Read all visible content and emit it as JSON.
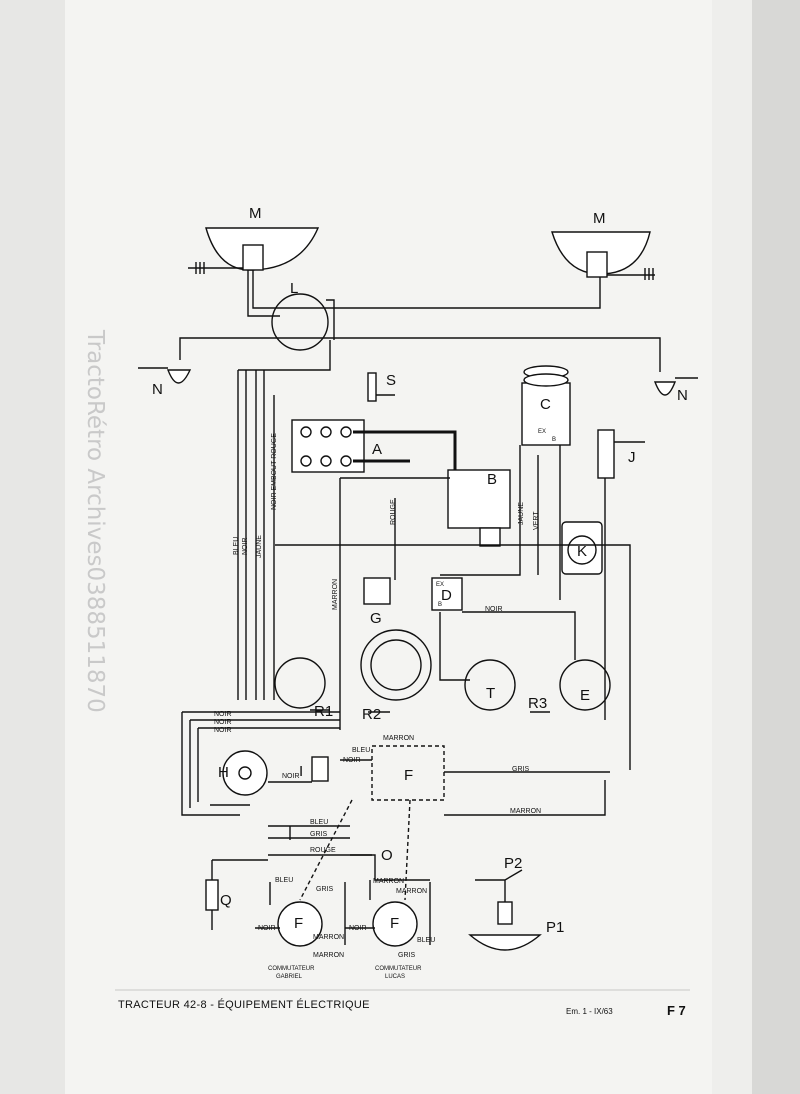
{
  "watermark": "TractoRétro Archives0388511870",
  "footer": {
    "title": "TRACTEUR 42-8 - ÉQUIPEMENT ÉLECTRIQUE",
    "edition": "Em. 1 - IX/63",
    "page": "F 7"
  },
  "components": {
    "M_left": "M",
    "M_right": "M",
    "L": "L",
    "N_left": "N",
    "N_right": "N",
    "S": "S",
    "A": "A",
    "B": "B",
    "C": "C",
    "J": "J",
    "K": "K",
    "G": "G",
    "D": "D",
    "T": "T",
    "E": "E",
    "R1": "R1",
    "R2": "R2",
    "R3": "R3",
    "H": "H",
    "I": "I",
    "F": "F",
    "O": "O",
    "Q": "Q",
    "P1": "P1",
    "P2": "P2",
    "F_gabriel": "F",
    "F_lucas": "F"
  },
  "wire_labels": {
    "bleu": "BLEU",
    "noir": "NOIR",
    "jaune": "JAUNE",
    "noir_embout_rouge": "NOIR EMBOUT ROUGE",
    "rouge": "ROUGE",
    "marron": "MARRON",
    "vert": "VERT",
    "gris": "GRIS"
  },
  "terminal_labels": {
    "ex": "EX",
    "b": "B"
  },
  "commutators": {
    "gabriel": [
      "COMMUTATEUR",
      "GABRIEL"
    ],
    "lucas": [
      "COMMUTATEUR",
      "LUCAS"
    ]
  },
  "colors": {
    "paper": "#f4f4f2",
    "ink": "#111111",
    "margin": "#1b1b1b",
    "watermark": "#c9c9c9"
  }
}
